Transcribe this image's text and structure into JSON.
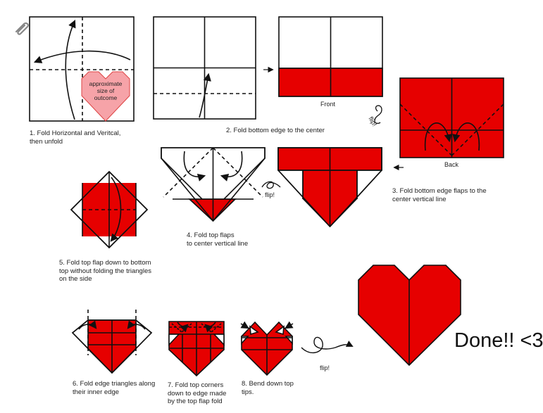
{
  "steps": {
    "s1": {
      "l1": "1. Fold Horizontal and Veritcal,",
      "l2": "then unfold"
    },
    "s2": {
      "l1": "2. Fold bottom edge to the center"
    },
    "s3": {
      "l1": "3.  Fold bottom edge flaps to the",
      "l2": "center vertical line"
    },
    "s4": {
      "l1": "4.  Fold top flaps",
      "l2": "to center vertical line"
    },
    "s5": {
      "l1": "5.  Fold top flap down to bottom",
      "l2": "top without folding the triangles",
      "l3": "on the side"
    },
    "s6": {
      "l1": "6.  Fold edge triangles along",
      "l2": "their inner edge"
    },
    "s7": {
      "l1": "7.  Fold top corners",
      "l2": "down to edge made",
      "l3": "by the top flap fold"
    },
    "s8": {
      "l1": "8.  Bend down top",
      "l2": "tips."
    }
  },
  "labels": {
    "front": "Front",
    "back": "Back",
    "flip1": "flip!",
    "flip2": "flip!",
    "flip3": "flip!",
    "outcome_l1": "approximate",
    "outcome_l2": "size of",
    "outcome_l3": "outcome",
    "done": "Done!! <3"
  },
  "colors": {
    "paper_red": "#e60000",
    "preview_pink": "#f6a3a8",
    "line": "#111111"
  },
  "icons": [
    "paperclip-icon"
  ]
}
